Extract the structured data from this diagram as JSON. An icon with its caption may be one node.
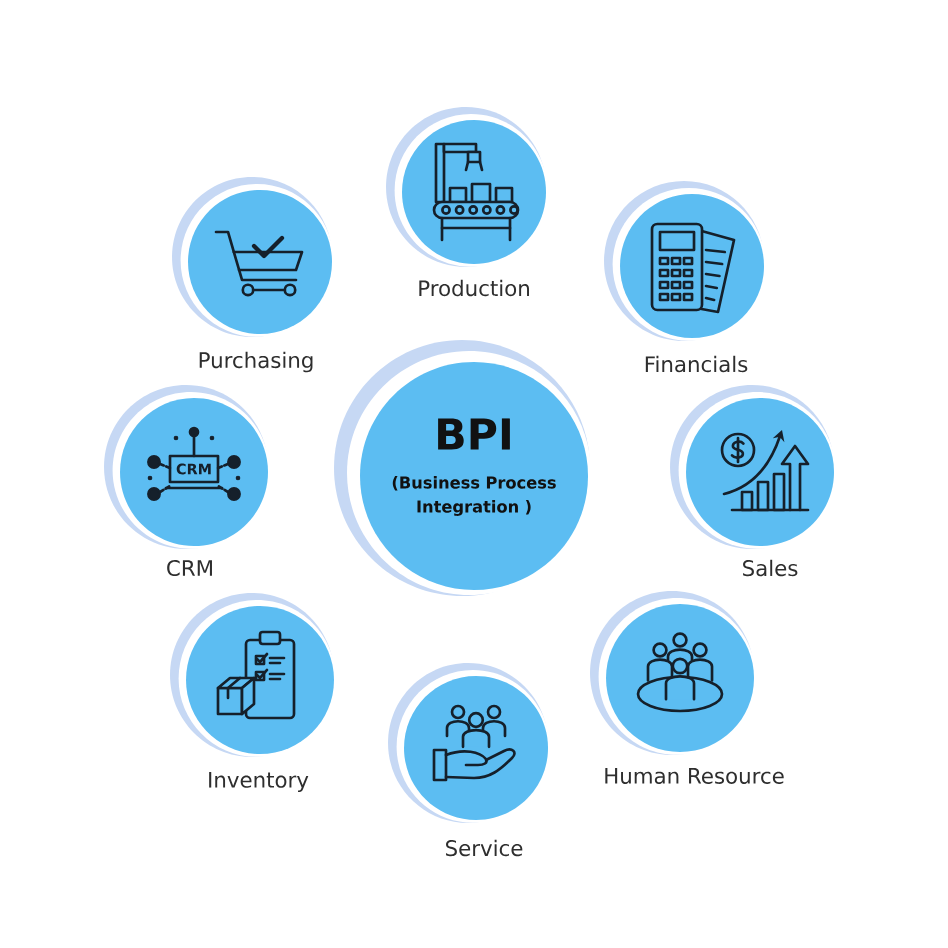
{
  "diagram": {
    "nodes": [
      {
        "text": [
          "BPI",
          "(Business Process Integration )"
        ]
      },
      {
        "text": [
          "Production"
        ]
      },
      {
        "text": [
          "Financials"
        ]
      },
      {
        "text": [
          "Sales"
        ]
      },
      {
        "text": [
          "Human Resource"
        ]
      },
      {
        "text": [
          "Service"
        ]
      },
      {
        "text": [
          "Inventory"
        ]
      },
      {
        "text": [
          "CRM",
          "CRM"
        ]
      },
      {
        "text": [
          "Purchasing"
        ]
      }
    ]
  }
}
